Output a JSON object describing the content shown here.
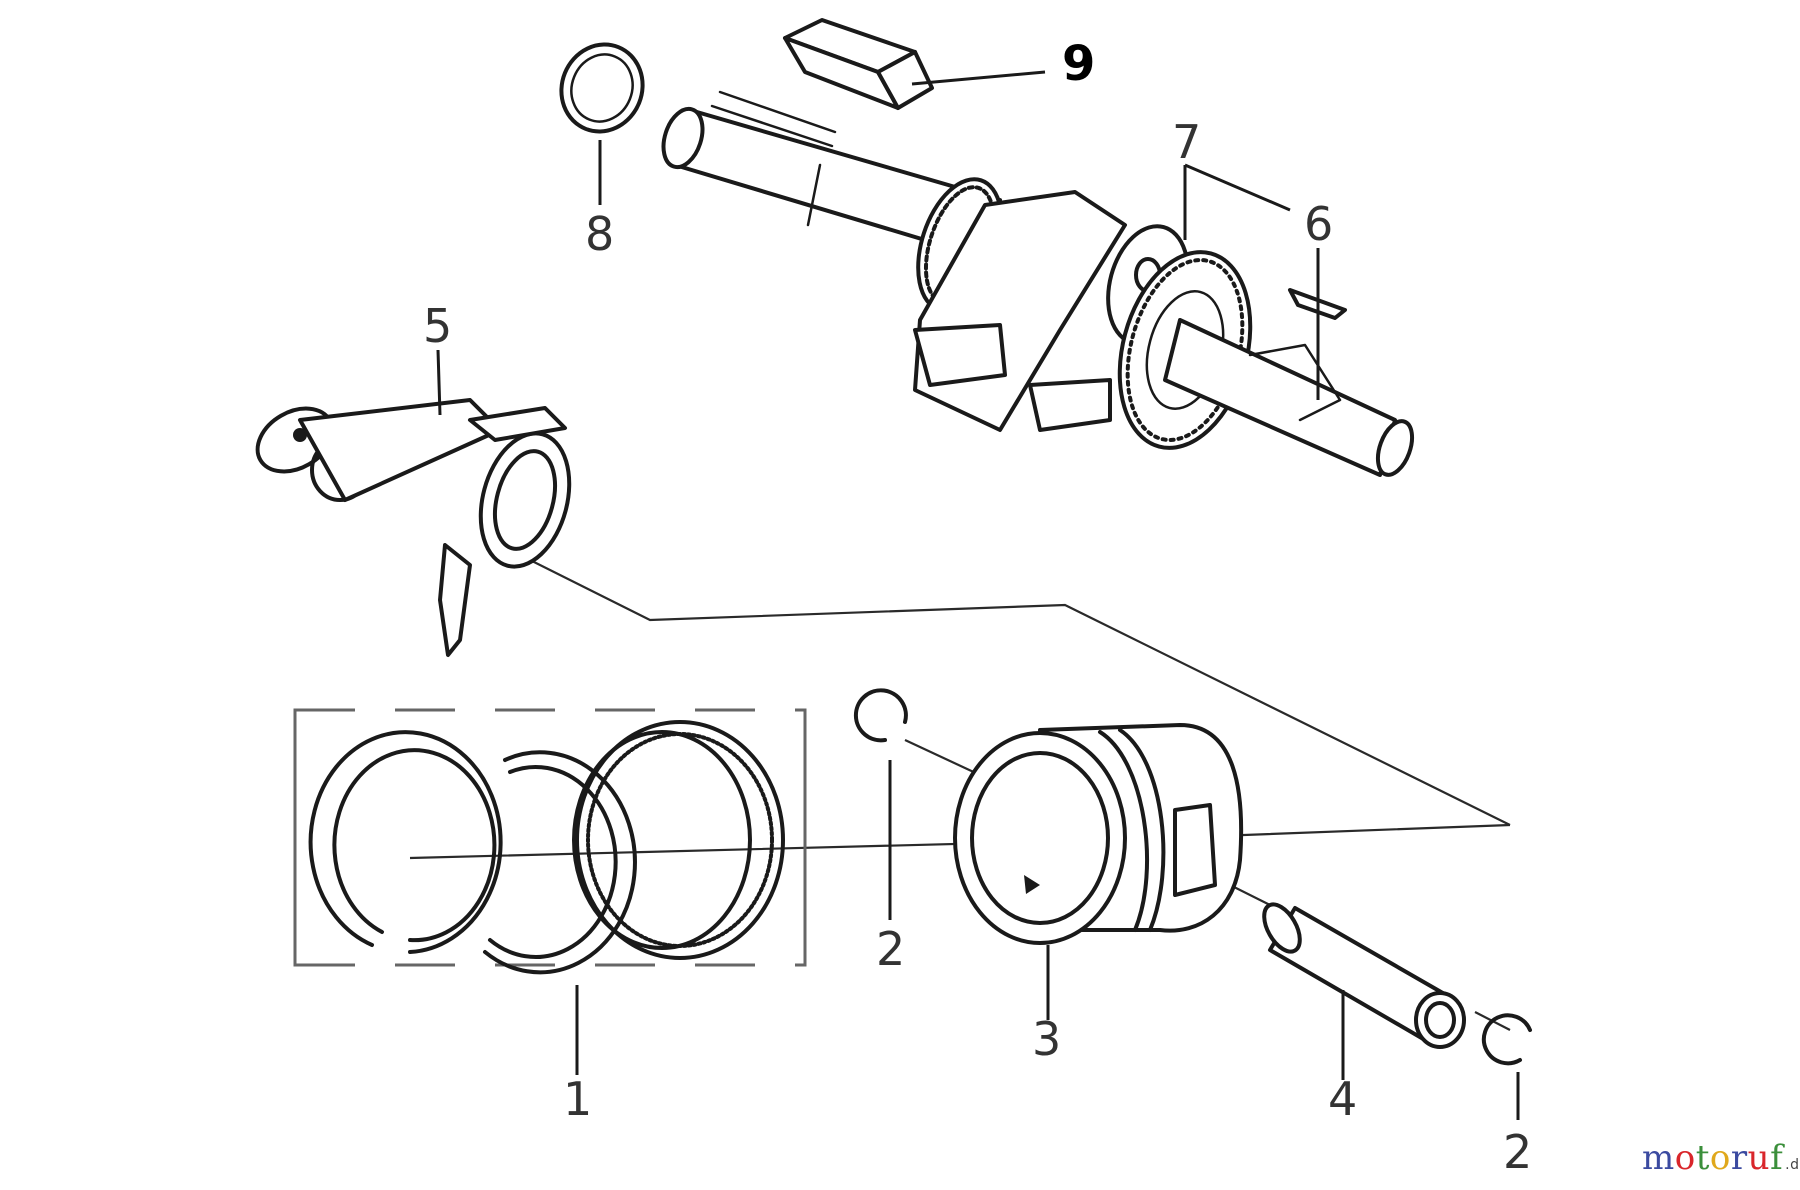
{
  "callouts": {
    "piston_rings": "1",
    "circlip_left": "2",
    "piston": "3",
    "piston_pin": "4",
    "connecting_rod": "5",
    "crank_key": "6",
    "crankshaft": "7",
    "seal_ring": "8",
    "shaft_key": "9",
    "circlip_right": "2"
  },
  "brand": {
    "letters": [
      "m",
      "o",
      "t",
      "o",
      "r",
      "u",
      "f"
    ],
    "colors": [
      "#3b4aa0",
      "#d9262b",
      "#3b8f3b",
      "#e0a81c",
      "#3b4aa0",
      "#d9262b",
      "#3b8f3b"
    ],
    "tld": ".de"
  },
  "icons": [
    "piston-rings-icon",
    "circlip-icon",
    "piston-icon",
    "piston-pin-icon",
    "connecting-rod-icon",
    "crankshaft-icon",
    "seal-ring-icon",
    "key-icon"
  ]
}
